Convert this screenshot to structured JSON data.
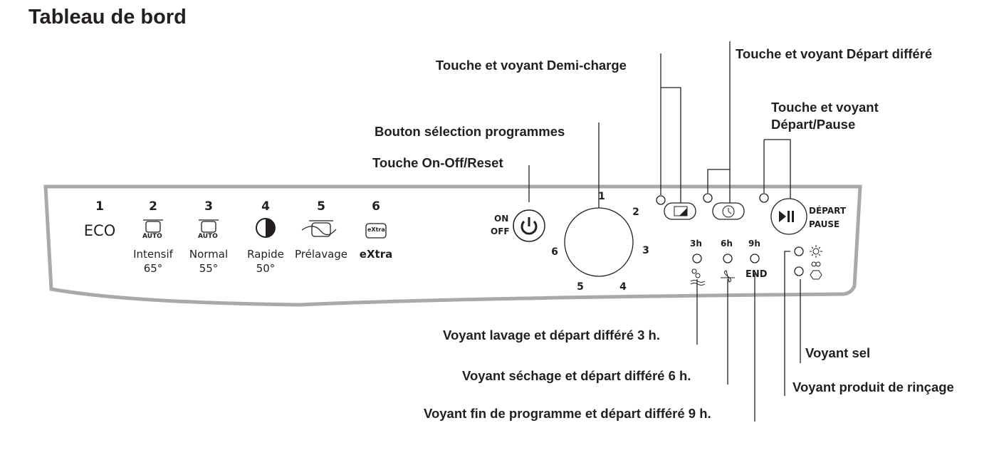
{
  "title": "Tableau de bord",
  "callouts": {
    "demi_charge": "Touche et voyant Demi-charge",
    "depart_differe": "Touche et voyant Départ différé",
    "depart_pause_1": "Touche et voyant",
    "depart_pause_2": "Départ/Pause",
    "selection": "Bouton sélection programmes",
    "on_off": "Touche On-Off/Reset",
    "lavage": "Voyant lavage et départ différé 3 h.",
    "sechage": "Voyant séchage et départ différé 6 h.",
    "fin": "Voyant fin de programme et départ différé 9 h.",
    "sel": "Voyant sel",
    "rincage": "Voyant produit de rinçage"
  },
  "programs": [
    {
      "num": "1",
      "name": "ECO",
      "temp": ""
    },
    {
      "num": "2",
      "name": "Intensif",
      "temp": "65°",
      "badge": "AUTO"
    },
    {
      "num": "3",
      "name": "Normal",
      "temp": "55°",
      "badge": "AUTO"
    },
    {
      "num": "4",
      "name": "Rapide",
      "temp": "50°"
    },
    {
      "num": "5",
      "name": "Prélavage",
      "temp": ""
    },
    {
      "num": "6",
      "name": "eXtra",
      "temp": "",
      "icon_text": "eXtra"
    }
  ],
  "panel": {
    "on": "ON",
    "off": "OFF",
    "dial": [
      "1",
      "2",
      "3",
      "4",
      "5",
      "6"
    ],
    "depart": "DÉPART",
    "pause": "PAUSE",
    "half_icon": "1/2",
    "timers": [
      "3h",
      "6h",
      "9h"
    ],
    "end": "END"
  }
}
